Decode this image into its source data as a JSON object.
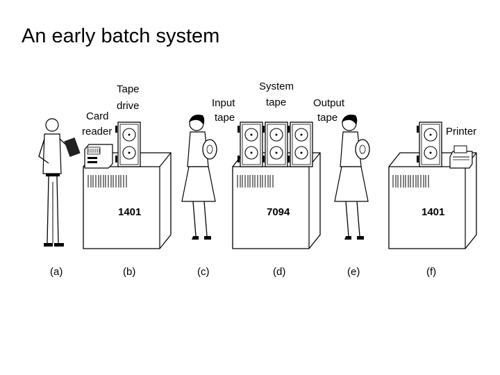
{
  "title": "An early batch system",
  "labels": {
    "tape_drive": [
      "Tape",
      "drive"
    ],
    "card_reader": [
      "Card",
      "reader"
    ],
    "input_tape": [
      "Input",
      "tape"
    ],
    "system_tape": [
      "System",
      "tape"
    ],
    "output_tape": [
      "Output",
      "tape"
    ],
    "printer": "Printer"
  },
  "machines": {
    "left": "1401",
    "center": "7094",
    "right": "1401"
  },
  "captions": [
    "(a)",
    "(b)",
    "(c)",
    "(d)",
    "(e)",
    "(f)"
  ]
}
